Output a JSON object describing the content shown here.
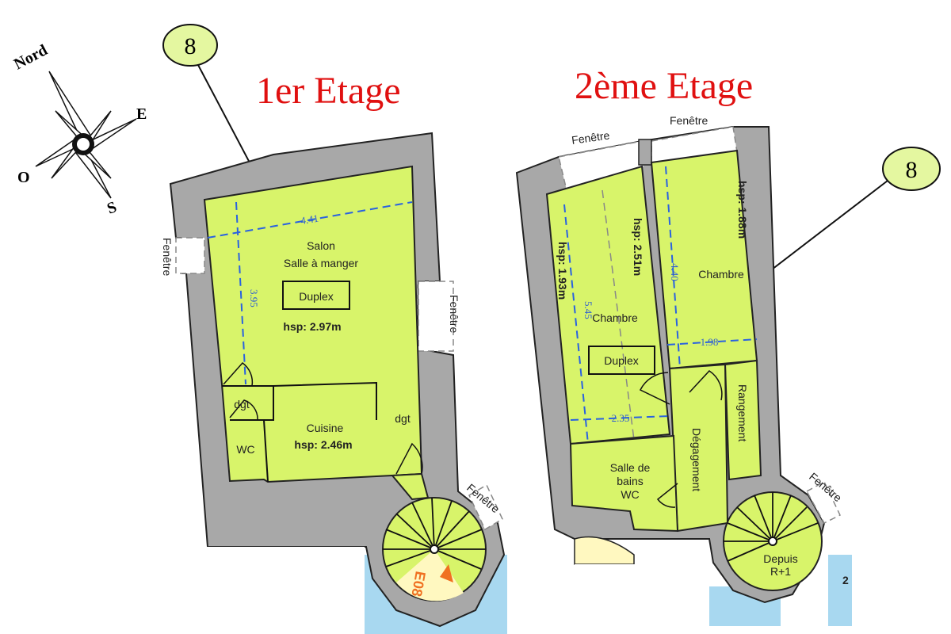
{
  "titles": {
    "first_floor": "1er Etage",
    "second_floor": "2ème Etage"
  },
  "badges": {
    "first": "8",
    "second": "8"
  },
  "compass": {
    "north": "Nord",
    "east": "E",
    "west": "O",
    "south": "S"
  },
  "first_floor": {
    "window_left": "Fenêtre",
    "window_right": "Fenêtre",
    "window_stair": "Fenêtre",
    "salon": "Salon",
    "salle": "Salle à manger",
    "duplex": "Duplex",
    "hsp_salon": "hsp: 2.97m",
    "dgt_small": "dgt",
    "wc": "WC",
    "cuisine": "Cuisine",
    "hsp_cuisine": "hsp: 2.46m",
    "dgt": "dgt",
    "dim_width": "4.41",
    "dim_height": "3.95",
    "stair_label": "E08"
  },
  "second_floor": {
    "window_1": "Fenêtre",
    "window_2": "Fenêtre",
    "window_stair": "Fenêtre",
    "hsp_left": "hsp: 1.93m",
    "hsp_mid": "hsp: 2.51m",
    "hsp_right": "hsp: 1.88m",
    "chambre_left": "Chambre",
    "chambre_right": "Chambre",
    "duplex": "Duplex",
    "dim_545": "5.45",
    "dim_440": "4.40",
    "dim_198": "1.98",
    "dim_235": "2.35",
    "rangement": "Rangement",
    "degagement": "Dégagement",
    "sdb_1": "Salle de",
    "sdb_2": "bains",
    "sdb_3": "WC",
    "stair_1": "Depuis",
    "stair_2": "R+1",
    "edge_num": "2"
  },
  "colors": {
    "room": "#d8f46a",
    "wall": "#a8a8a8",
    "title": "#e01010",
    "dims": "#2a62e0",
    "water": "#a8d8f0",
    "stair_mark": "#f07020"
  }
}
